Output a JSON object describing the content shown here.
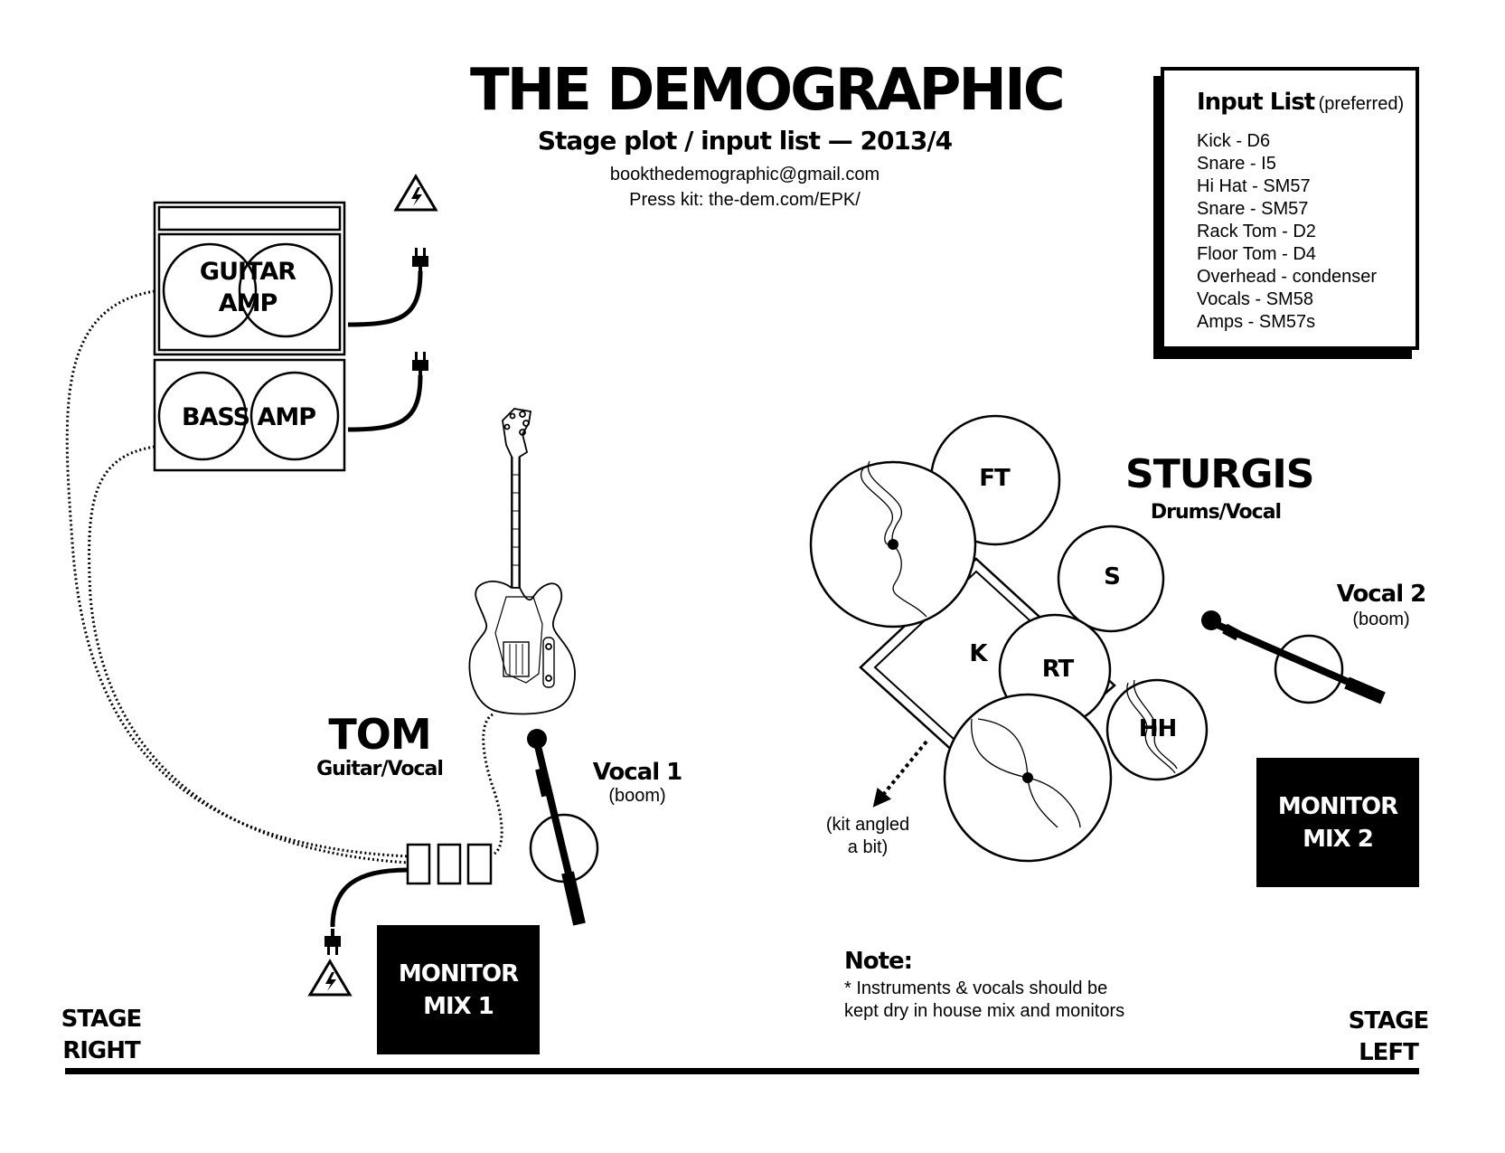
{
  "header": {
    "title": "THE DEMOGRAPHIC",
    "subtitle": "Stage plot / input list — 2013/4",
    "email": "bookthedemographic@gmail.com",
    "press_kit": "Press kit: the-dem.com/EPK/"
  },
  "input_list": {
    "heading": "Input List",
    "qualifier": "(preferred)",
    "items": [
      "Kick - D6",
      "Snare - I5",
      "Hi Hat - SM57",
      "Snare - SM57",
      "Rack Tom - D2",
      "Floor Tom - D4",
      "Overhead - condenser",
      "Vocals - SM58",
      "Amps - SM57s"
    ]
  },
  "amps": {
    "guitar_line1": "GUITAR",
    "guitar_line2": "AMP",
    "bass": "BASS AMP"
  },
  "performers": {
    "tom_name": "TOM",
    "tom_role": "Guitar/Vocal",
    "sturgis_name": "STURGIS",
    "sturgis_role": "Drums/Vocal"
  },
  "mics": {
    "vocal1_label": "Vocal 1",
    "vocal1_type": "(boom)",
    "vocal2_label": "Vocal 2",
    "vocal2_type": "(boom)"
  },
  "drums": {
    "floor_tom": "FT",
    "snare": "S",
    "kick": "K",
    "rack_tom": "RT",
    "hi_hat": "HH",
    "kit_note_line1": "(kit angled",
    "kit_note_line2": "a bit)"
  },
  "monitors": {
    "mix1_line1": "MONITOR",
    "mix1_line2": "MIX 1",
    "mix2_line1": "MONITOR",
    "mix2_line2": "MIX 2"
  },
  "note": {
    "heading": "Note:",
    "line1": "* Instruments & vocals should be",
    "line2": "kept dry in house mix and monitors"
  },
  "stage": {
    "right_line1": "STAGE",
    "right_line2": "RIGHT",
    "left_line1": "STAGE",
    "left_line2": "LEFT"
  },
  "icons": [
    "power-warning-icon",
    "power-plug-icon",
    "guitar-icon",
    "microphone-icon",
    "pedal-icon",
    "cymbal-icon"
  ]
}
